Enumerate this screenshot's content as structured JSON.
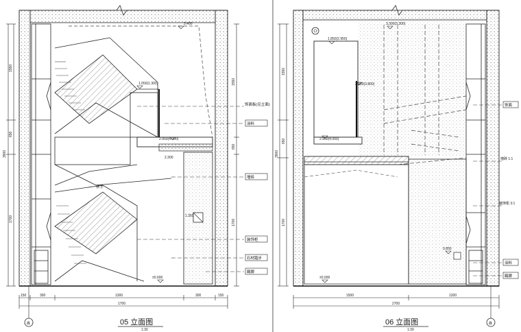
{
  "drawings": [
    {
      "id": "05",
      "title": "05 立面图",
      "scale": "1:30",
      "axis_mark": "a",
      "levels": {
        "landing_mid": "1.050(1.300)",
        "floor_upper": "2.950(4.000)",
        "floor_lower": "±0.000",
        "top": "3.400",
        "beam": "2.300",
        "note_level": "1.350"
      },
      "labels": [
        "饰面板(见立面)",
        "涂料",
        "墙砖",
        "装饰柜",
        "石材踏步",
        "踢脚",
        "扶手"
      ],
      "dimensions": {
        "bottom": [
          "150",
          "300",
          "1300",
          "300",
          "150"
        ],
        "bottom_total": "1700",
        "right": [
          "1550",
          "650",
          "1700"
        ],
        "left": [
          "1550",
          "650",
          "1700"
        ],
        "left_total": "3900"
      }
    },
    {
      "id": "06",
      "title": "06 立面图",
      "scale": "1:30",
      "axis_mark": "a",
      "levels": {
        "top": "3.300(3.300)",
        "upper": "1.850(2.950)",
        "mid": "2.950(4.000)",
        "side": "2.950(3.800)",
        "low_note": "0.850",
        "floor_lower": "±0.000"
      },
      "labels": [
        "饰面",
        "墙砖 1:1",
        "装饰柜 3:1",
        "涂料",
        "踢脚"
      ],
      "dimensions": {
        "bottom": [
          "1500",
          "1200"
        ],
        "bottom_total": "2700",
        "left": [
          "1550",
          "650",
          "1700"
        ],
        "left_total": "3900"
      }
    }
  ]
}
